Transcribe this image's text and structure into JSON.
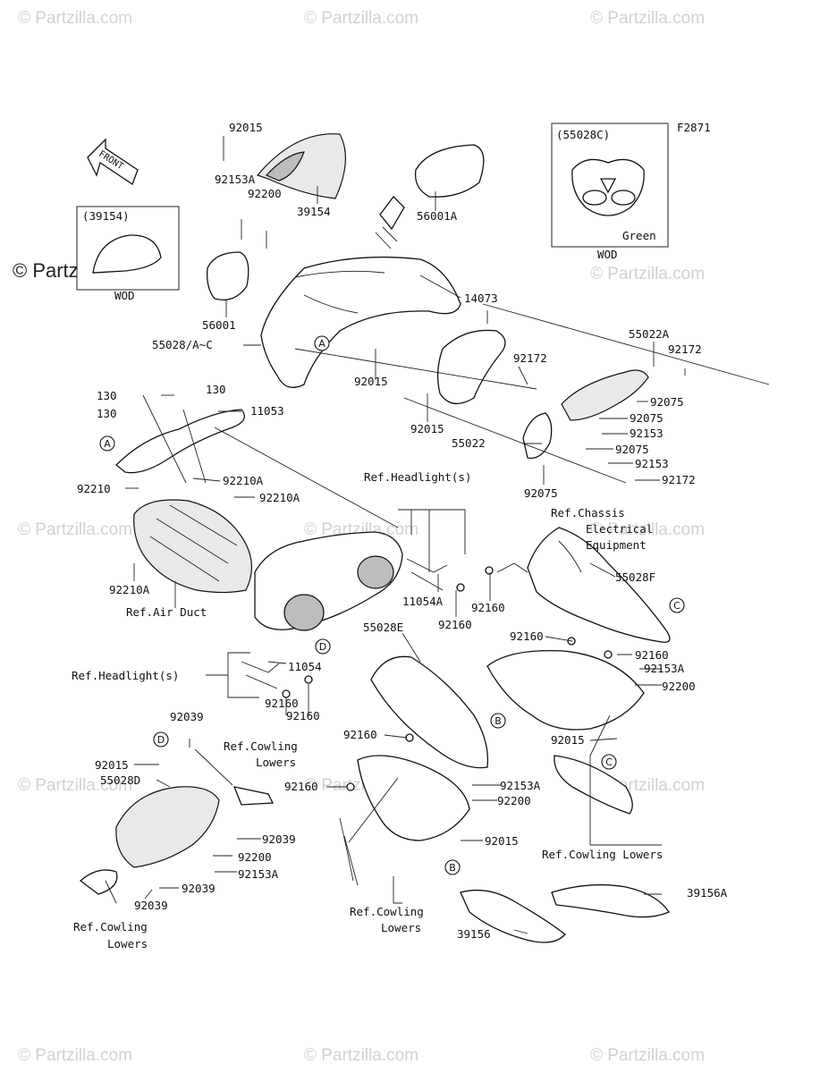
{
  "watermark": "© Partzilla.com",
  "figure_code": "F2871",
  "front_label": "FRONT",
  "insets": [
    {
      "code": "(39154)",
      "note": "WOD"
    },
    {
      "code": "(55028C)",
      "color": "Green",
      "note": "WOD"
    }
  ],
  "circle_refs": [
    "A",
    "B",
    "C",
    "D"
  ],
  "labels": {
    "l92015a": "92015",
    "l92153Aa": "92153A",
    "l92200a": "92200",
    "l39154": "39154",
    "l56001A": "56001A",
    "l56001": "56001",
    "l14073": "14073",
    "l55028AC": "55028/A~C",
    "l55022A": "55022A",
    "l92172a": "92172",
    "l92172b": "92172",
    "l92172c": "92172",
    "l92015b": "92015",
    "l92015c": "92015",
    "l92075a": "92075",
    "l92075b": "92075",
    "l92075c": "92075",
    "l92075d": "92075",
    "l92153a": "92153",
    "l92153b": "92153",
    "l55022": "55022",
    "l130a": "130",
    "l130b": "130",
    "l130c": "130",
    "l11053": "11053",
    "l92210": "92210",
    "l92210Aa": "92210A",
    "l92210Ab": "92210A",
    "l92210Ac": "92210A",
    "ref_air_duct": "Ref.Air Duct",
    "ref_headlight_1": "Ref.Headlight(s)",
    "ref_headlight_2": "Ref.Headlight(s)",
    "ref_chassis_1": "Ref.Chassis",
    "ref_chassis_2": "Electrical",
    "ref_chassis_3": "Equipment",
    "l11054A": "11054A",
    "l11054": "11054",
    "l92160a": "92160",
    "l92160b": "92160",
    "l92160c": "92160",
    "l92160d": "92160",
    "l92160e": "92160",
    "l92160f": "92160",
    "l92160g": "92160",
    "l92160h": "92160",
    "l55028F": "55028F",
    "l55028E": "55028E",
    "l92153Ab": "92153A",
    "l92200b": "92200",
    "l92015d": "92015",
    "l92039a": "92039",
    "l92039b": "92039",
    "l92039c": "92039",
    "l92039d": "92039",
    "l92015e": "92015",
    "l55028D": "55028D",
    "l92200c": "92200",
    "l92153Ac": "92153A",
    "ref_cowling_a1": "Ref.Cowling",
    "ref_cowling_a2": "Lowers",
    "ref_cowling_b1": "Ref.Cowling",
    "ref_cowling_b2": "Lowers",
    "ref_cowling_c1": "Ref.Cowling",
    "ref_cowling_c2": "Lowers",
    "ref_cowling_d": "Ref.Cowling Lowers",
    "l92153Ad": "92153A",
    "l92200d": "92200",
    "l92015f": "92015",
    "l39156A": "39156A",
    "l39156": "39156"
  }
}
